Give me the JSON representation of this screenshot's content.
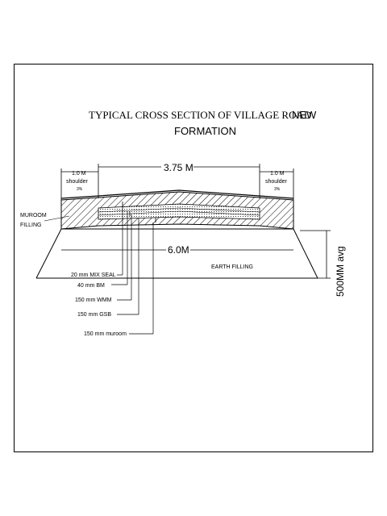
{
  "title": {
    "line1": "TYPICAL CROSS SECTION OF VILLAGE ROAD",
    "line1_new": "NEW",
    "line2": "FORMATION"
  },
  "dimensions": {
    "carriageway": "3.75 M",
    "formation": "6.0M",
    "shoulder_left": "1.0 M",
    "shoulder_right": "1.0 M",
    "embankment_height": "500MM avg"
  },
  "labels": {
    "shoulder_left": "shoulder",
    "shoulder_right": "shoulder",
    "slope_left": "3%",
    "slope_right": "3%",
    "muroom_filling_1": "MUROOM",
    "muroom_filling_2": "FILLING",
    "earth_filling": "EARTH FILLING"
  },
  "layers": [
    "20 mm MIX SEAL",
    "40 mm BM",
    "150 mm WMM",
    "150 mm GSB",
    "150 mm muroom"
  ]
}
